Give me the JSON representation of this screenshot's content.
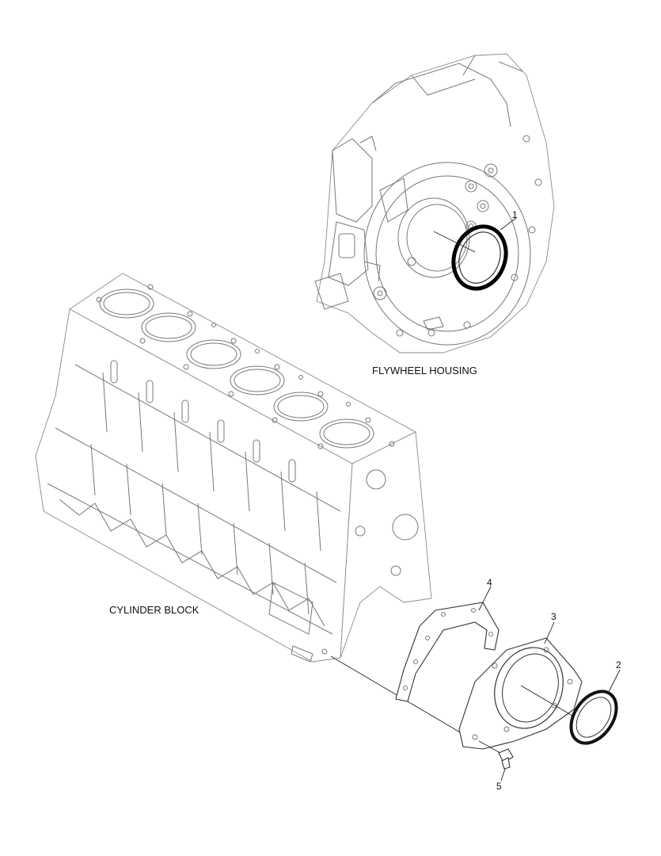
{
  "labels": {
    "flywheel_housing": "FLYWHEEL HOUSING",
    "cylinder_block": "CYLINDER BLOCK"
  },
  "callouts": [
    "1",
    "2",
    "3",
    "4",
    "5"
  ]
}
